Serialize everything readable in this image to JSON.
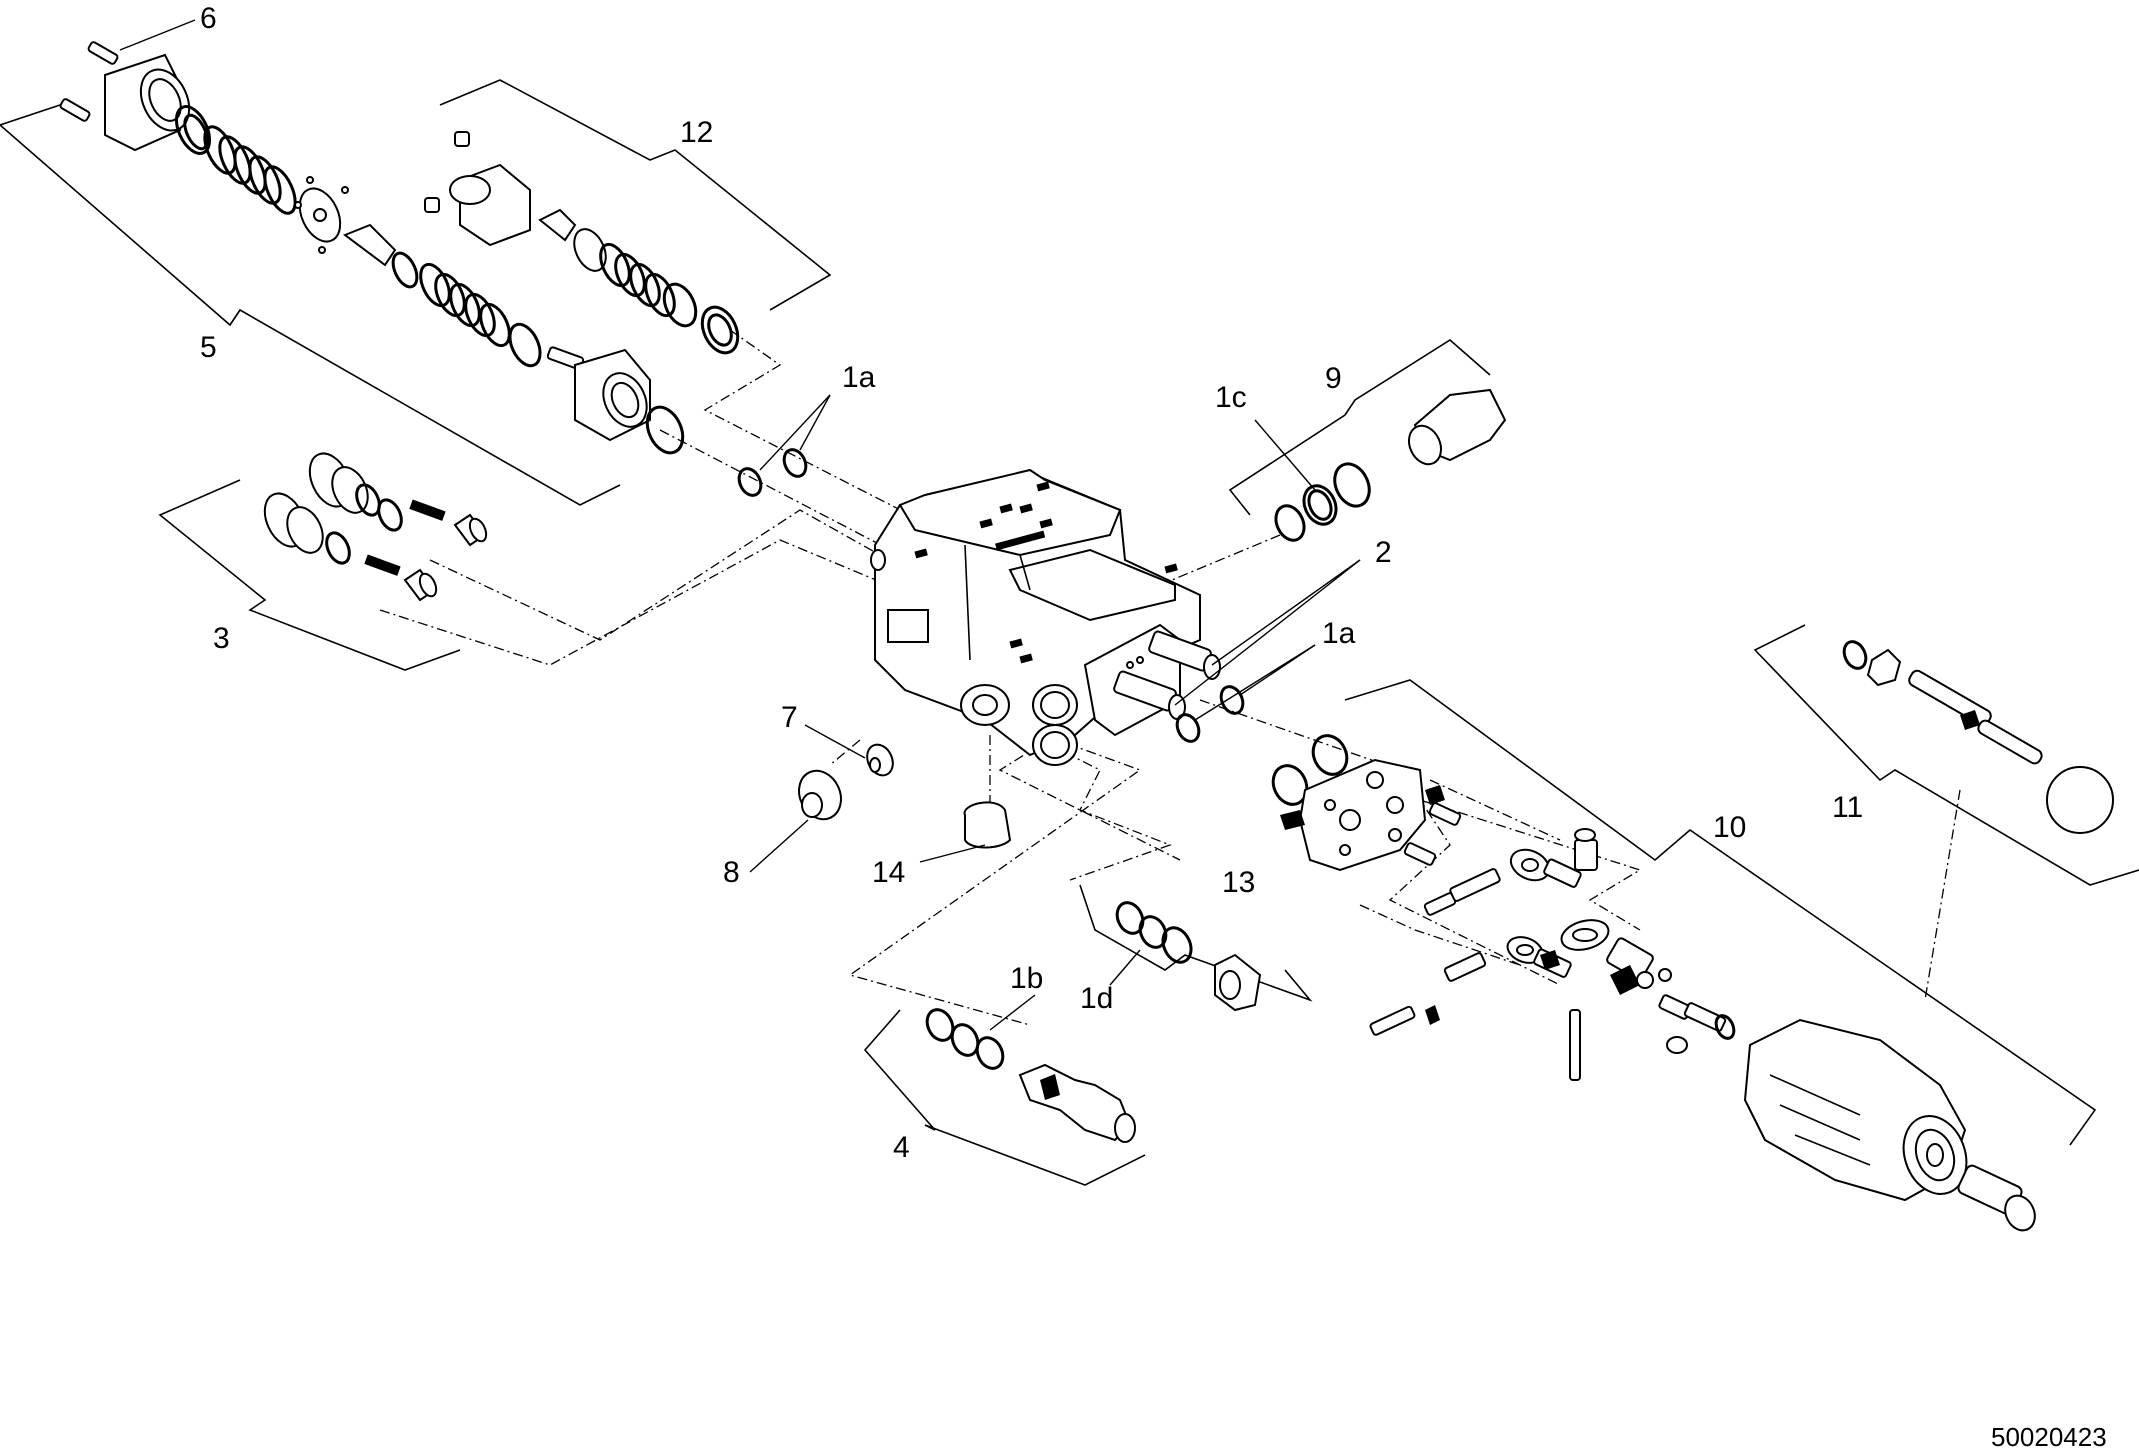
{
  "callouts": {
    "c6": "6",
    "c12": "12",
    "c5": "5",
    "c1a_top": "1a",
    "c9": "9",
    "c1c": "1c",
    "c2": "2",
    "c1a_right": "1a",
    "c3": "3",
    "c7": "7",
    "c8": "8",
    "c14": "14",
    "c13": "13",
    "c1d": "1d",
    "c1b": "1b",
    "c4": "4",
    "c10": "10",
    "c11": "11"
  },
  "document_number": "50020423"
}
